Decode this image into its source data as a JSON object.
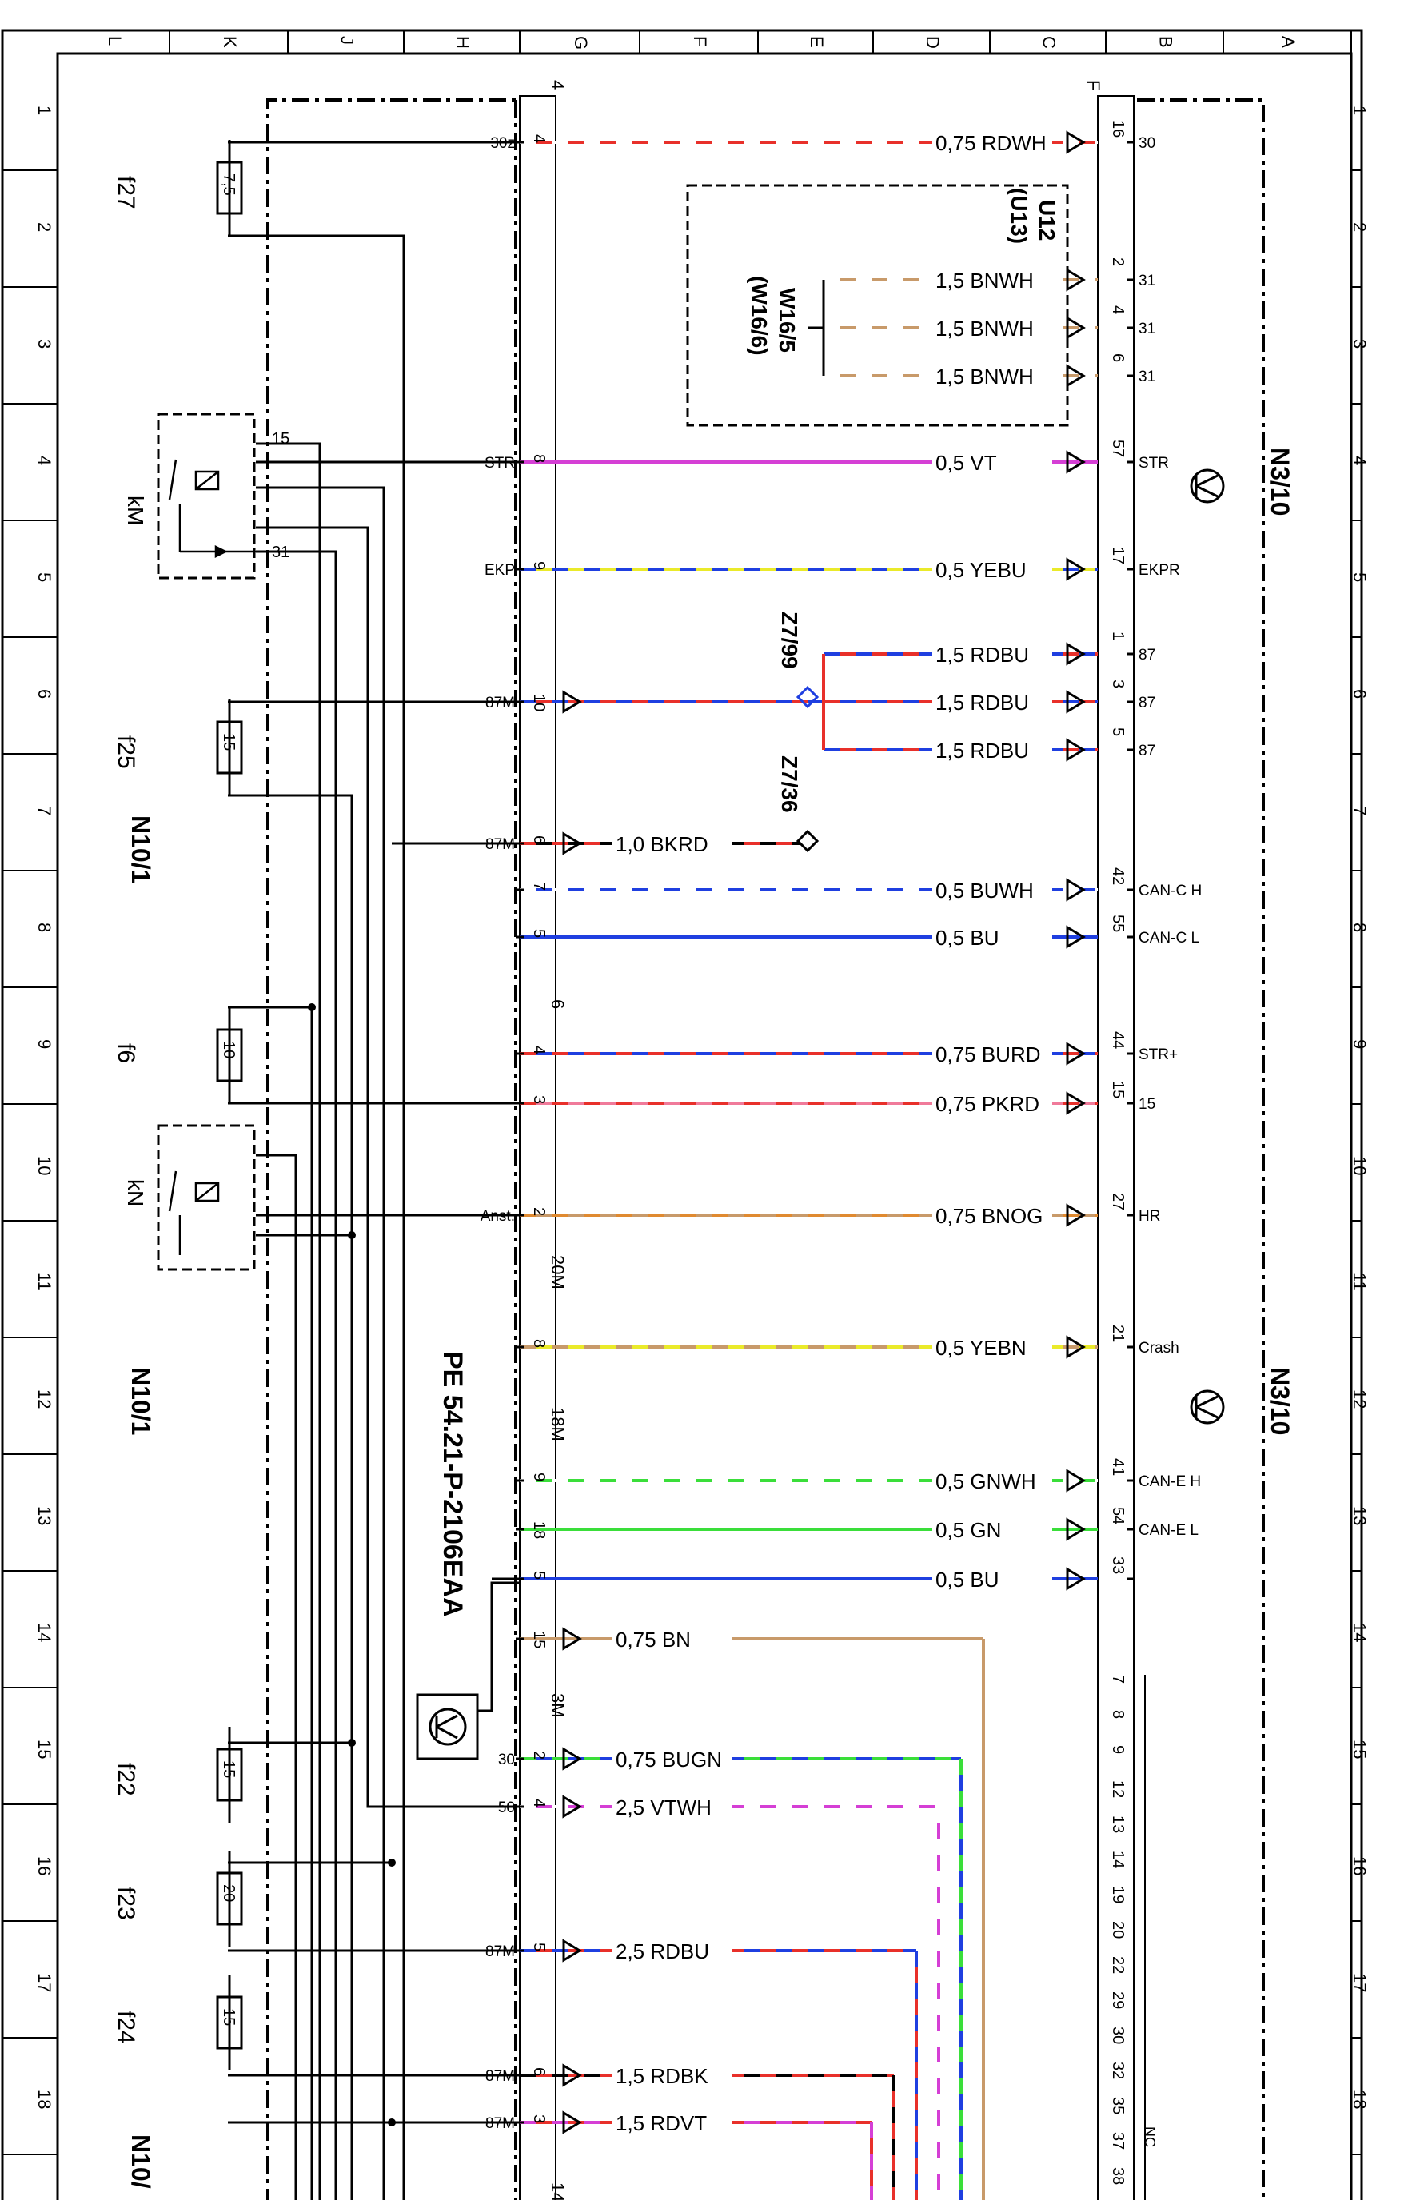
{
  "grid": {
    "columns": [
      "L",
      "K",
      "J",
      "H",
      "G",
      "F",
      "E",
      "D",
      "C",
      "B",
      "A"
    ],
    "rows": [
      "1",
      "2",
      "3",
      "4",
      "5",
      "6",
      "7",
      "8",
      "9",
      "10",
      "11",
      "12",
      "13",
      "14",
      "15",
      "16",
      "17",
      "18"
    ]
  },
  "colors": {
    "RD": "#e8302a",
    "WH": "#ffffff",
    "BN": "#c89a6a",
    "BU": "#1f3fe0",
    "VT": "#d53fd5",
    "YE": "#eaea2a",
    "BK": "#000000",
    "PK": "#f07a9a",
    "OG": "#e08a30",
    "GN": "#3ade3a"
  },
  "components": {
    "n3_10_top": "N3/10",
    "n3_10_bottom": "N3/10",
    "n10_1_a": "N10/1",
    "n10_1_b": "N10/1",
    "n10_1_c": "N10/",
    "u12": "U12",
    "u13": "(U13)",
    "w16_5": "W16/5",
    "w16_6": "(W16/6)",
    "z7_99": "Z7/99",
    "z7_36": "Z7/36",
    "km": "kM",
    "kn": "kN",
    "reference": "PE 54.21-P-2106EAA",
    "nc": "NC",
    "connectors": {
      "c4": "4",
      "c6": "6",
      "c20m": "20M",
      "c18m": "18M",
      "c3m": "3M",
      "c14": "14",
      "cF": "F"
    }
  },
  "fuses": [
    {
      "id": "f27",
      "value": "7,5"
    },
    {
      "id": "f25",
      "value": "15"
    },
    {
      "id": "f6",
      "value": "10"
    },
    {
      "id": "f22",
      "value": "15"
    },
    {
      "id": "f23",
      "value": "20"
    },
    {
      "id": "f24",
      "value": "15"
    }
  ],
  "relay_labels": {
    "t15": "15",
    "t31": "31"
  },
  "wires": [
    {
      "left_pin": "30z",
      "left_num": "4",
      "wire": "0,75 RDWH",
      "c1": "RD",
      "c2": "WH",
      "right_num": "16",
      "right_pin": "30"
    },
    {
      "left_pin": "",
      "left_num": "",
      "wire": "1,5 BNWH",
      "c1": "BN",
      "c2": "WH",
      "right_num": "2",
      "right_pin": "31"
    },
    {
      "left_pin": "",
      "left_num": "",
      "wire": "1,5 BNWH",
      "c1": "BN",
      "c2": "WH",
      "right_num": "4",
      "right_pin": "31"
    },
    {
      "left_pin": "",
      "left_num": "",
      "wire": "1,5 BNWH",
      "c1": "BN",
      "c2": "WH",
      "right_num": "6",
      "right_pin": "31"
    },
    {
      "left_pin": "STR",
      "left_num": "8",
      "wire": "0,5 VT",
      "c1": "VT",
      "c2": "VT",
      "right_num": "57",
      "right_pin": "STR"
    },
    {
      "left_pin": "EKP",
      "left_num": "9",
      "wire": "0,5 YEBU",
      "c1": "YE",
      "c2": "BU",
      "right_num": "17",
      "right_pin": "EKPR"
    },
    {
      "left_pin": "",
      "left_num": "",
      "wire": "1,5 RDBU",
      "c1": "RD",
      "c2": "BU",
      "right_num": "1",
      "right_pin": "87"
    },
    {
      "left_pin": "87M",
      "left_num": "10",
      "wire": "1,5 RDBU",
      "c1": "RD",
      "c2": "BU",
      "right_num": "3",
      "right_pin": "87"
    },
    {
      "left_pin": "",
      "left_num": "",
      "wire": "1,5 RDBU",
      "c1": "RD",
      "c2": "BU",
      "right_num": "5",
      "right_pin": "87"
    },
    {
      "left_pin": "87M",
      "left_num": "6",
      "wire": "1,0 BKRD",
      "c1": "BK",
      "c2": "RD",
      "right_num": "",
      "right_pin": ""
    },
    {
      "left_pin": "",
      "left_num": "7",
      "wire": "0,5 BUWH",
      "c1": "BU",
      "c2": "WH",
      "right_num": "42",
      "right_pin": "CAN-C H"
    },
    {
      "left_pin": "",
      "left_num": "5",
      "wire": "0,5 BU",
      "c1": "BU",
      "c2": "BU",
      "right_num": "55",
      "right_pin": "CAN-C L"
    },
    {
      "left_pin": "",
      "left_num": "4",
      "wire": "0,75 BURD",
      "c1": "BU",
      "c2": "RD",
      "right_num": "44",
      "right_pin": "STR+"
    },
    {
      "left_pin": "",
      "left_num": "3",
      "wire": "0,75 PKRD",
      "c1": "PK",
      "c2": "RD",
      "right_num": "15",
      "right_pin": "15"
    },
    {
      "left_pin": "Anst.",
      "left_num": "2",
      "wire": "0,75 BNOG",
      "c1": "BN",
      "c2": "OG",
      "right_num": "27",
      "right_pin": "HR"
    },
    {
      "left_pin": "",
      "left_num": "8",
      "wire": "0,5 YEBN",
      "c1": "YE",
      "c2": "BN",
      "right_num": "21",
      "right_pin": "Crash"
    },
    {
      "left_pin": "",
      "left_num": "9",
      "wire": "0,5 GNWH",
      "c1": "GN",
      "c2": "WH",
      "right_num": "41",
      "right_pin": "CAN-E H"
    },
    {
      "left_pin": "",
      "left_num": "18",
      "wire": "0,5 GN",
      "c1": "GN",
      "c2": "GN",
      "right_num": "54",
      "right_pin": "CAN-E L"
    },
    {
      "left_pin": "",
      "left_num": "5",
      "wire": "0,5 BU",
      "c1": "BU",
      "c2": "BU",
      "right_num": "33",
      "right_pin": ""
    },
    {
      "left_pin": "",
      "left_num": "15",
      "wire": "0,75 BN",
      "c1": "BN",
      "c2": "BN",
      "right_num": "",
      "right_pin": ""
    },
    {
      "left_pin": "30",
      "left_num": "2",
      "wire": "0,75 BUGN",
      "c1": "BU",
      "c2": "GN",
      "right_num": "",
      "right_pin": ""
    },
    {
      "left_pin": "50",
      "left_num": "4",
      "wire": "2,5 VTWH",
      "c1": "VT",
      "c2": "WH",
      "right_num": "",
      "right_pin": ""
    },
    {
      "left_pin": "87M",
      "left_num": "5",
      "wire": "2,5 RDBU",
      "c1": "RD",
      "c2": "BU",
      "right_num": "",
      "right_pin": ""
    },
    {
      "left_pin": "87M",
      "left_num": "6",
      "wire": "1,5 RDBK",
      "c1": "RD",
      "c2": "BK",
      "right_num": "",
      "right_pin": ""
    },
    {
      "left_pin": "87M",
      "left_num": "3",
      "wire": "1,5 RDVT",
      "c1": "RD",
      "c2": "VT",
      "right_num": "",
      "right_pin": ""
    }
  ],
  "nc_pins": [
    "7",
    "8",
    "9",
    "12",
    "13",
    "14",
    "19",
    "20",
    "22",
    "29",
    "30",
    "32",
    "35",
    "37",
    "38"
  ]
}
